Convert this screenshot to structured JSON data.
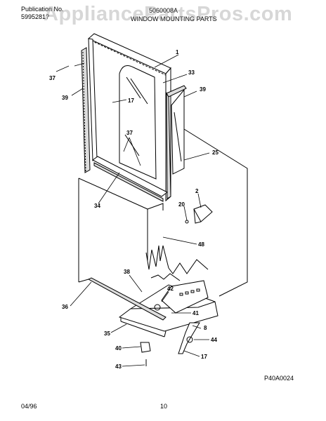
{
  "header": {
    "publication_label": "Publication No.",
    "publication_number": "5995281?",
    "model": "5060008A",
    "section_title": "WINDOW MOUNTING PARTS"
  },
  "watermark": "AppliancePartsPros.com",
  "callouts": {
    "c1": "1",
    "c33": "33",
    "c37a": "37",
    "c39a": "39",
    "c39b": "39",
    "c17a": "17",
    "c37b": "37",
    "c25": "25",
    "c34": "34",
    "c2": "2",
    "c20": "20",
    "c48": "48",
    "c38": "38",
    "c42": "42",
    "c36": "36",
    "c41": "41",
    "c35": "35",
    "c8": "8",
    "c44": "44",
    "c40": "40",
    "c17b": "17",
    "c43": "43"
  },
  "figure_code": "P40A0024",
  "footer": {
    "date": "04/96",
    "page": "10"
  }
}
